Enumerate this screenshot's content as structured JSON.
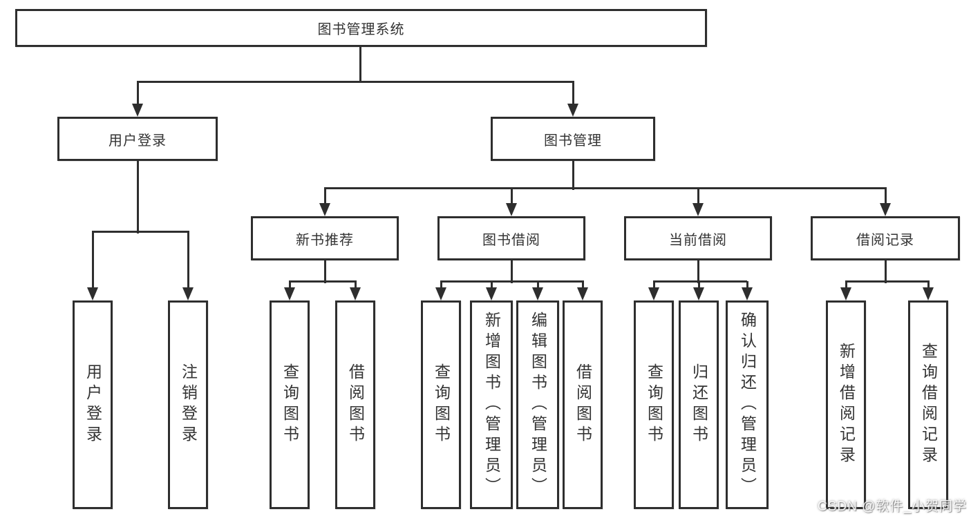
{
  "diagram": {
    "root": {
      "label": "图书管理系统"
    },
    "level2": [
      {
        "label": "用户登录"
      },
      {
        "label": "图书管理"
      }
    ],
    "level3": [
      {
        "label": "新书推荐"
      },
      {
        "label": "图书借阅"
      },
      {
        "label": "当前借阅"
      },
      {
        "label": "借阅记录"
      }
    ],
    "leaves": {
      "user_login": [
        "用户登录",
        "注销登录"
      ],
      "new_book": [
        "查询图书",
        "借阅图书"
      ],
      "book_borrow": [
        "查询图书",
        "新增图书（管理员）",
        "编辑图书（管理员）",
        "借阅图书"
      ],
      "current_borrow": [
        "查询图书",
        "归还图书",
        "确认归还（管理员）"
      ],
      "borrow_records": [
        "新增借阅记录",
        "查询借阅记录"
      ]
    }
  },
  "watermark": {
    "text": "CSDN @软件_小贺同学"
  },
  "colors": {
    "line": "#2e2e2e",
    "text": "#333333",
    "background": "#ffffff"
  }
}
